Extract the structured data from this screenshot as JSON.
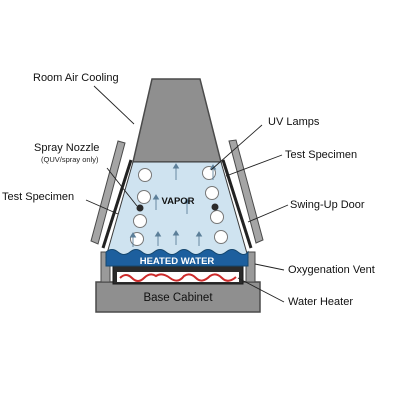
{
  "labels": {
    "room_air_cooling": "Room Air Cooling",
    "uv_lamps": "UV Lamps",
    "spray_nozzle": "Spray Nozzle",
    "spray_nozzle_note": "(QUV/spray only)",
    "test_specimen_left": "Test Specimen",
    "test_specimen_right": "Test Specimen",
    "vapor": "VAPOR",
    "swing_up_door": "Swing-Up Door",
    "heated_water": "HEATED WATER",
    "oxygenation_vent": "Oxygenation Vent",
    "base_cabinet": "Base Cabinet",
    "water_heater": "Water Heater"
  },
  "colors": {
    "housing": "#8f8f8f",
    "housing_edge": "#4a4a4a",
    "chamber": "#cfe3f0",
    "water": "#1d5f9e",
    "heater_wire": "#cc2a2a",
    "lamp": "#ffffff"
  },
  "icons": {
    "lamp": "circle",
    "vapor_arrow": "up-arrow",
    "nozzle": "dark-dot"
  }
}
